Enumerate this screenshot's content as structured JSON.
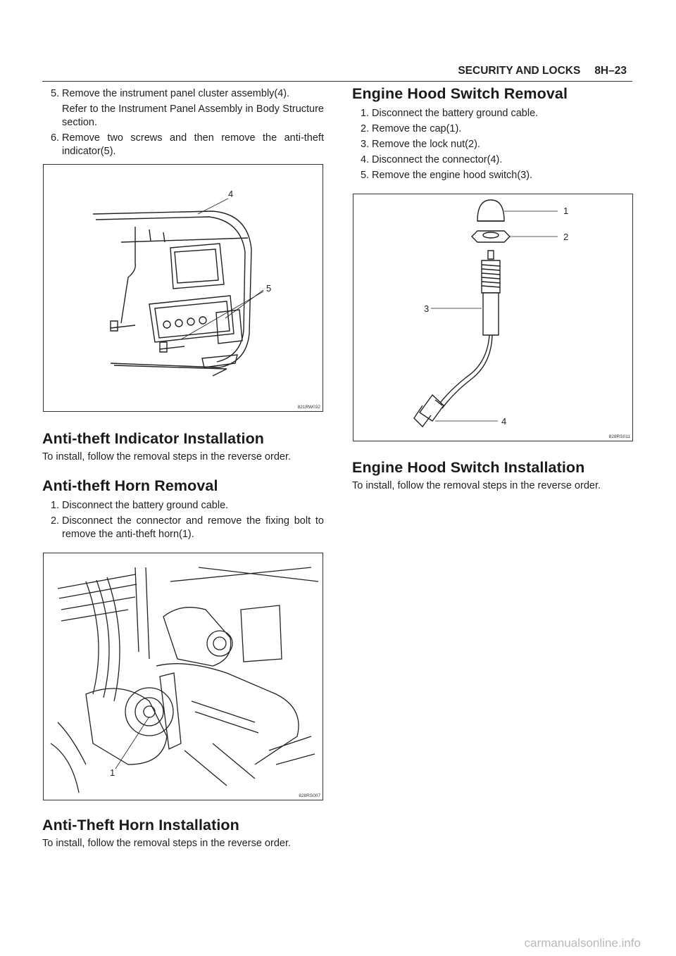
{
  "header": {
    "section": "SECURITY AND LOCKS",
    "page": "8H–23"
  },
  "left": {
    "step5": {
      "num": "5.",
      "text": "Remove the instrument panel cluster assembly(4)."
    },
    "step5_note": "Refer to the Instrument Panel Assembly in Body Structure section.",
    "step6": {
      "num": "6.",
      "text": "Remove two screws and then remove the anti-theft indicator(5)."
    },
    "fig1": {
      "code": "821RW032",
      "labels": [
        "4",
        "5"
      ]
    },
    "indicator_install": {
      "title": "Anti-theft Indicator Installation",
      "text": "To install, follow the removal steps in the reverse order."
    },
    "horn_removal": {
      "title": "Anti-theft Horn Removal",
      "steps": [
        {
          "num": "1.",
          "text": "Disconnect the battery ground cable."
        },
        {
          "num": "2.",
          "text": "Disconnect the connector and remove the fixing bolt to remove the anti-theft horn(1)."
        }
      ]
    },
    "fig2": {
      "code": "828RS007",
      "labels": [
        "1"
      ]
    },
    "horn_install": {
      "title": "Anti-Theft Horn Installation",
      "text": "To install, follow the removal steps in the reverse order."
    }
  },
  "right": {
    "hood_removal": {
      "title": "Engine Hood Switch Removal",
      "steps": [
        {
          "num": "1.",
          "text": "Disconnect the battery ground cable."
        },
        {
          "num": "2.",
          "text": "Remove the cap(1)."
        },
        {
          "num": "3.",
          "text": "Remove the lock nut(2)."
        },
        {
          "num": "4.",
          "text": "Disconnect the connector(4)."
        },
        {
          "num": "5.",
          "text": "Remove the engine hood switch(3)."
        }
      ]
    },
    "fig3": {
      "code": "828RS011",
      "labels": [
        "1",
        "2",
        "3",
        "4"
      ]
    },
    "hood_install": {
      "title": "Engine Hood Switch Installation",
      "text": "To install, follow the removal steps in the reverse order."
    }
  },
  "watermark": "carmanualsonline.info"
}
